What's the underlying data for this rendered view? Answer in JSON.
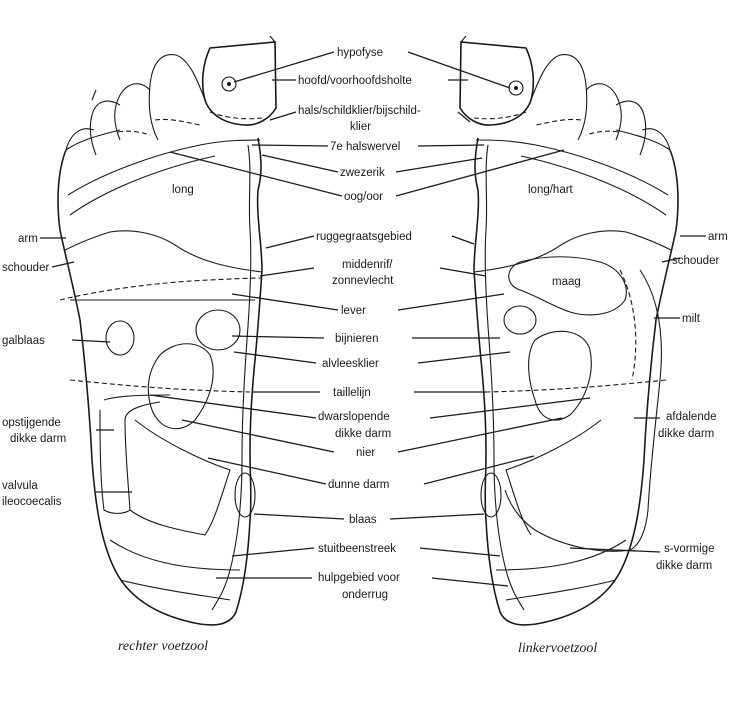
{
  "labels": {
    "hypofyse": "hypofyse",
    "hoofd": "hoofd/voorhoofdsholte",
    "hals1": "hals/schildklier/bijschild-",
    "hals2": "klier",
    "halswervel": "7e halswervel",
    "zwezerik": "zwezerik",
    "oog": "oog/oor",
    "long": "long",
    "longhart": "long/hart",
    "ruggegraat": "ruggegraatsgebied",
    "arm_r": "arm",
    "arm_l": "arm",
    "schouder_r": "schouder",
    "schouder_l": "schouder",
    "middenrif1": "middenrif/",
    "middenrif2": "zonnevlecht",
    "maag": "maag",
    "lever": "lever",
    "milt": "milt",
    "galblaas": "galblaas",
    "bijnieren": "bijnieren",
    "alvleesklier": "alvleesklier",
    "taillelijn": "taillelijn",
    "dwars1": "dwarslopende",
    "dwars2": "dikke darm",
    "opst1": "opstijgende",
    "opst2": "dikke darm",
    "afd1": "afdalende",
    "afd2": "dikke darm",
    "nier": "nier",
    "valvula1": "valvula",
    "valvula2": "ileocoecalis",
    "dunne": "dunne darm",
    "blaas": "blaas",
    "stuit": "stuitbeenstreek",
    "svorm1": "s-vormige",
    "svorm2": "dikke darm",
    "hulp1": "hulpgebied voor",
    "hulp2": "onderrug"
  },
  "captions": {
    "right_foot": "rechter voetzool",
    "left_foot": "linkervoetzool"
  }
}
